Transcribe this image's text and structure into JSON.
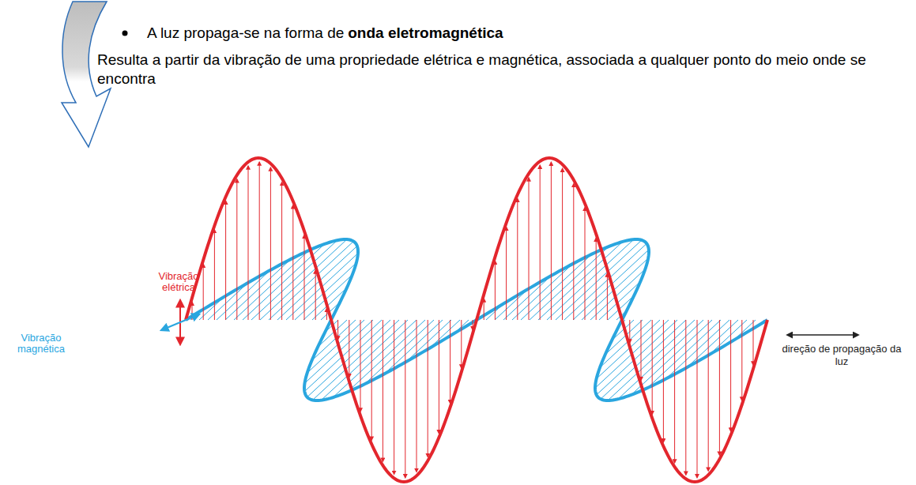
{
  "diagram": {
    "labels": [
      "A luz propaga-se na forma de",
      "onda eletromagnética",
      "Resulta a partir da vibração de uma propriedade elétrica e magnética, associada a qualquer ponto do meio onde se encontra",
      "Vibração elétrica",
      "Vibração magnética",
      "direção de propagação da luz"
    ]
  }
}
